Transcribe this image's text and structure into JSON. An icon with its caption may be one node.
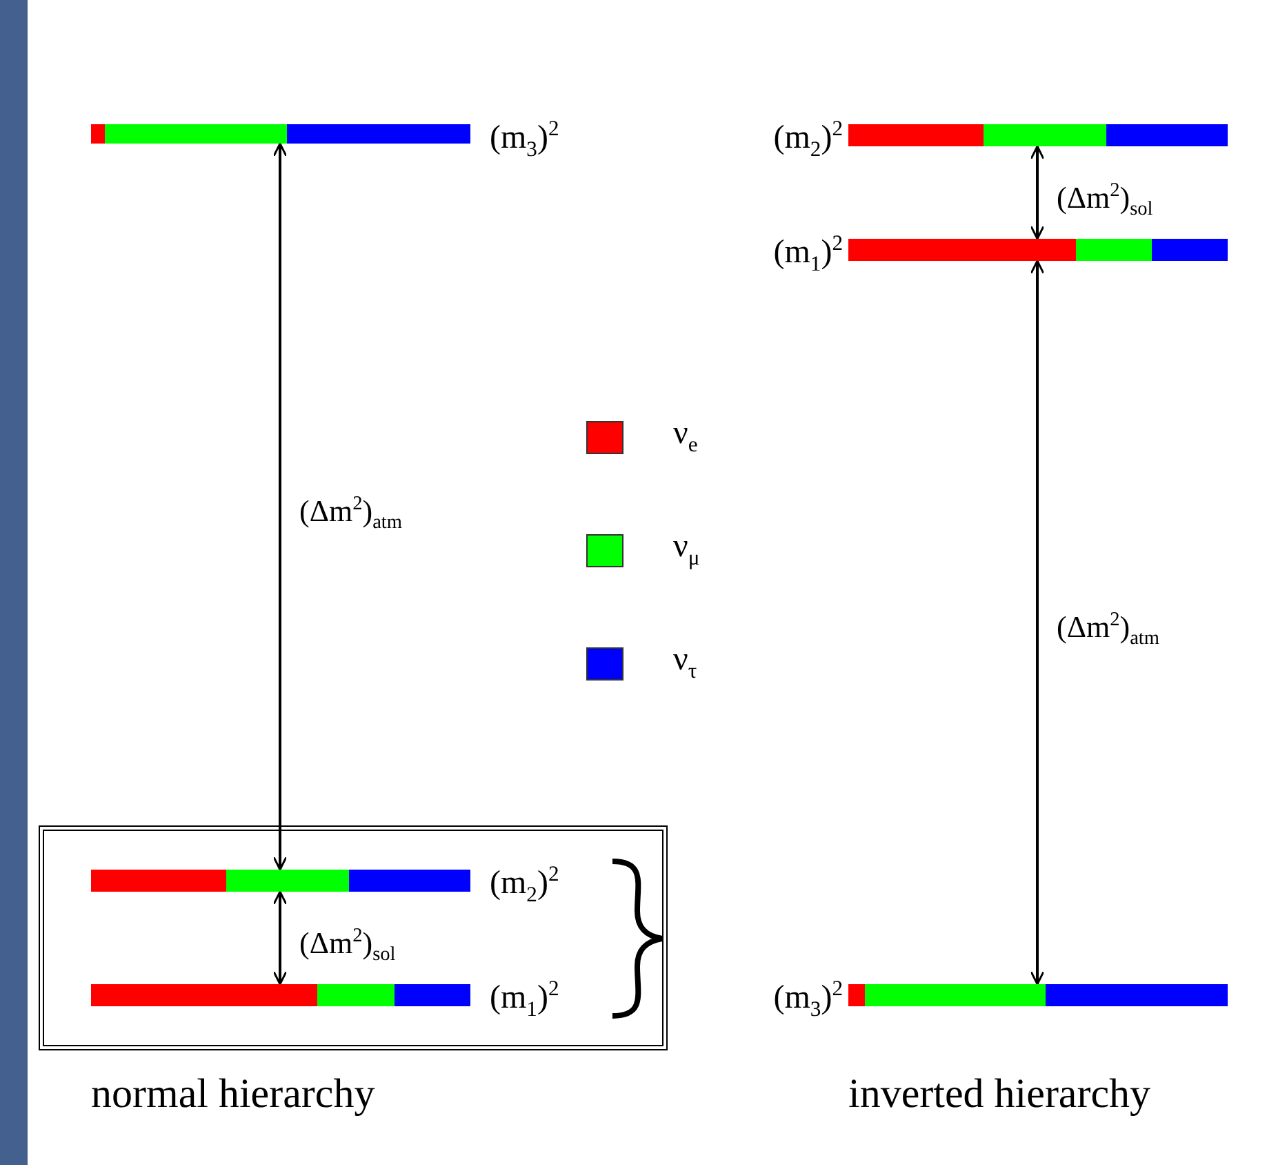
{
  "diagram": {
    "nodes": [
      {
        "text": [],
        "shape": "bar",
        "beside": [
          "(m$_{3}$)$^{2}$"
        ]
      },
      {
        "text": [],
        "shape": "box"
      },
      {
        "text": [],
        "shape": "bar",
        "in": 1,
        "beside": [
          "(m$_{2}$)$^{2}$"
        ]
      },
      {
        "text": [],
        "shape": "bar",
        "in": 1,
        "beside": [
          "(m$_{1}$)$^{2}$"
        ]
      },
      {
        "text": [],
        "shape": "bar",
        "beside": [
          "(m$_{2}$)$^{2}$"
        ]
      },
      {
        "text": [],
        "shape": "bar",
        "beside": [
          "(m$_{1}$)$^{2}$"
        ]
      },
      {
        "text": [],
        "shape": "bar",
        "beside": [
          "(m$_{3}$)$^{2}$"
        ]
      }
    ],
    "edges": [
      {
        "from": 0,
        "to": 2,
        "arrow": "both",
        "label": "(Δm$^{2}$)$_{atm}$"
      },
      {
        "from": 2,
        "to": 3,
        "arrow": "both",
        "label": "(Δm$^{2}$)$_{sol}$"
      },
      {
        "from": 4,
        "to": 5,
        "arrow": "both",
        "label": "(Δm$^{2}$)$_{sol}$"
      },
      {
        "from": 5,
        "to": 6,
        "arrow": "both",
        "label": "(Δm$^{2}$)$_{atm}$"
      }
    ],
    "labels": [
      "normal hierarchy",
      "inverted hierarchy"
    ],
    "legend": [
      {
        "text": "ν$_{e}$",
        "color": "#ff0000"
      },
      {
        "text": "ν$_{μ}$",
        "color": "#00ff00"
      },
      {
        "text": "ν$_{τ}$",
        "color": "#0000ff"
      }
    ]
  }
}
